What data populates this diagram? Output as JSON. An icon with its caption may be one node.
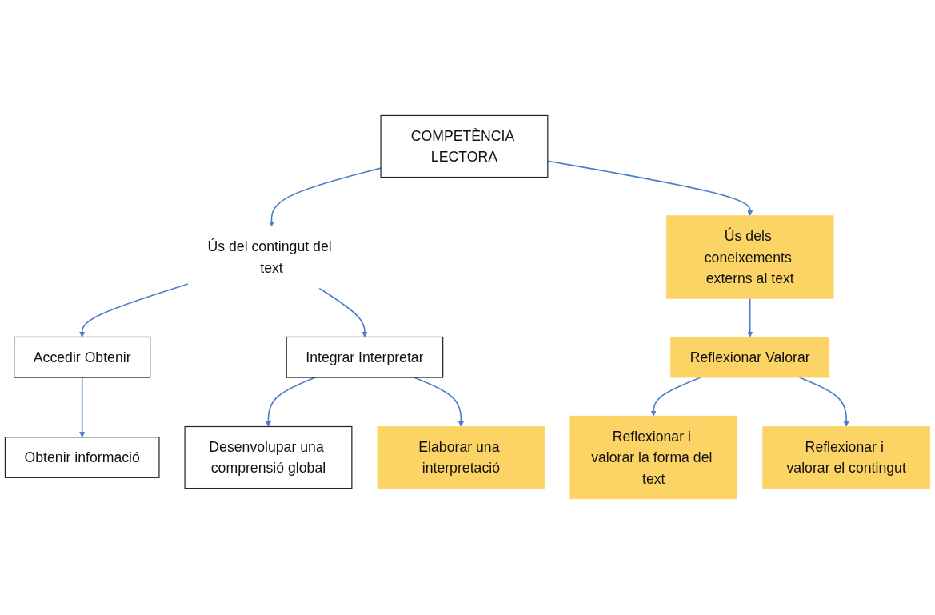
{
  "diagram": {
    "nodes": [
      {
        "text": [
          "COMPETÈNCIA LECTORA"
        ]
      },
      {
        "text": [
          "Ús del contingut del text"
        ]
      },
      {
        "text": [
          "Ús dels coneixements externs al text"
        ]
      },
      {
        "text": [
          "Accedir Obtenir"
        ]
      },
      {
        "text": [
          "Integrar Interpretar"
        ]
      },
      {
        "text": [
          "Reflexionar Valorar"
        ]
      },
      {
        "text": [
          "Obtenir informació"
        ]
      },
      {
        "text": [
          "Desenvolupar una comprensió global"
        ]
      },
      {
        "text": [
          "Elaborar una interpretació"
        ]
      },
      {
        "text": [
          "Reflexionar i valorar la forma del text"
        ]
      },
      {
        "text": [
          "Reflexionar i valorar el contingut"
        ]
      }
    ],
    "edges": [
      {
        "from": 0,
        "to": 1,
        "arrow": "to"
      },
      {
        "from": 0,
        "to": 2,
        "arrow": "to"
      },
      {
        "from": 1,
        "to": 3,
        "arrow": "to"
      },
      {
        "from": 1,
        "to": 4,
        "arrow": "to"
      },
      {
        "from": 2,
        "to": 5,
        "arrow": "to"
      },
      {
        "from": 3,
        "to": 6,
        "arrow": "to"
      },
      {
        "from": 4,
        "to": 7,
        "arrow": "to"
      },
      {
        "from": 4,
        "to": 8,
        "arrow": "to"
      },
      {
        "from": 5,
        "to": 9,
        "arrow": "to"
      },
      {
        "from": 5,
        "to": 10,
        "arrow": "to"
      }
    ]
  }
}
